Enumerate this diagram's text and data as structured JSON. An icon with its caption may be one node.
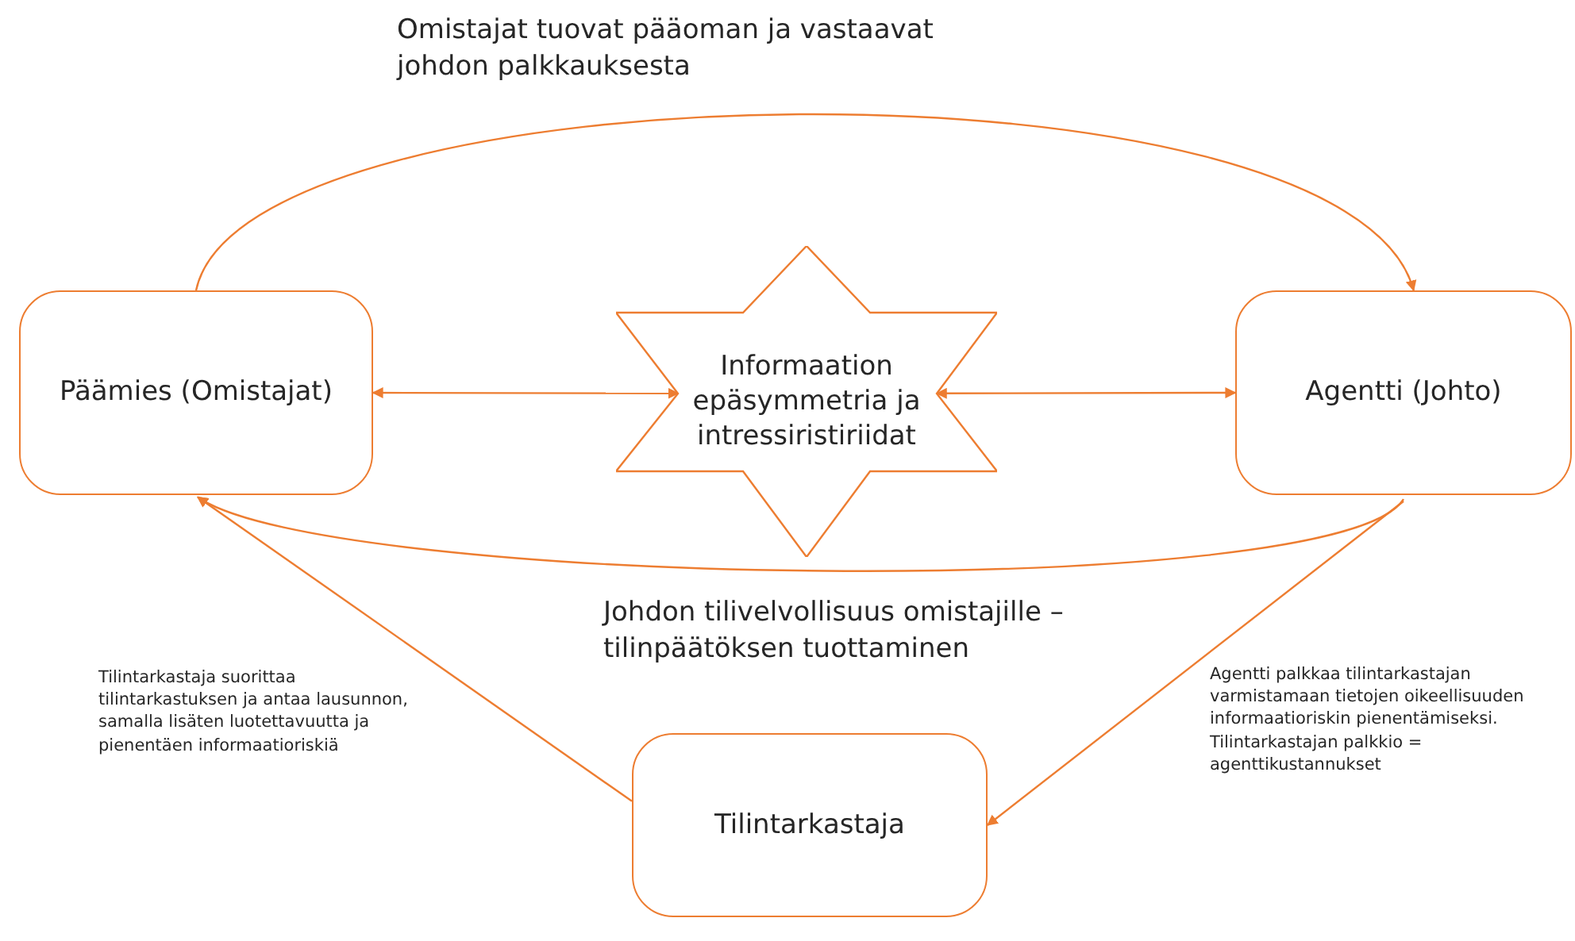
{
  "diagram": {
    "nodes": [
      {
        "text": [
          "Päämies (Omistajat)"
        ]
      },
      {
        "text": [
          "Informaation epäsymmetria ja intressiristiriidat"
        ]
      },
      {
        "text": [
          "Agentti (Johto)"
        ]
      },
      {
        "text": [
          "Tilintarkastaja"
        ]
      }
    ],
    "edges": [
      {
        "from": 0,
        "to": 2,
        "arrow": "to",
        "label": "Omistajat tuovat pääoman ja vastaavat johdon palkkauksesta"
      },
      {
        "from": 0,
        "to": 1,
        "arrow": "both"
      },
      {
        "from": 1,
        "to": 2,
        "arrow": "both"
      },
      {
        "from": 2,
        "to": 0,
        "arrow": "to",
        "label": "Johdon tilivelvollisuus omistajille – tilinpäätöksen tuottaminen"
      },
      {
        "from": 2,
        "to": 3,
        "arrow": "to",
        "label": "Agentti palkkaa tilintarkastajan varmistamaan tietojen oikeellisuuden informaatioriskin pienentämiseksi. Tilintarkastajan palkkio = agenttikustannukset"
      },
      {
        "from": 3,
        "to": 0,
        "arrow": "to",
        "label": "Tilintarkastaja suorittaa tilintarkastuksen ja antaa lausunnon, samalla lisäten luotettavuutta ja pienentäen informaatioriskiä"
      }
    ]
  }
}
